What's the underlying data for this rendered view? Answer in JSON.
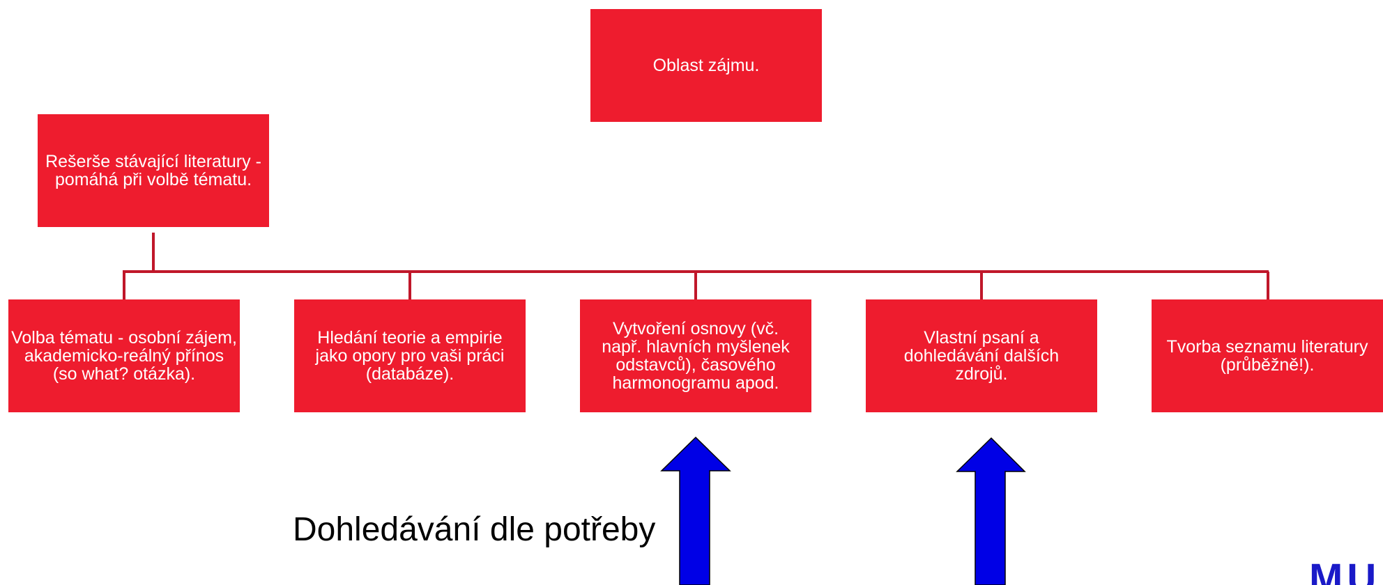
{
  "top": {
    "label": "Oblast zájmu."
  },
  "research": {
    "label": "Rešerše stávající literatury - pomáhá při volbě tématu."
  },
  "steps": [
    {
      "label": "Volba tématu - osobní zájem, akademicko-reálný přínos (so what? otázka)."
    },
    {
      "label": "Hledání teorie a empirie jako opory pro vaši práci (databáze)."
    },
    {
      "label": "Vytvoření osnovy (vč. např. hlavních myšlenek odstavců), časového harmonogramu apod."
    },
    {
      "label": "Vlastní psaní a dohledávání dalších zdrojů."
    },
    {
      "label": "Tvorba seznamu literatury (průběžně!)."
    }
  ],
  "caption": "Dohledávání dle potřeby",
  "logo": {
    "text": "MUNI"
  },
  "colors": {
    "box": "#ee1c2e",
    "connector": "#c0172a",
    "arrow": "#0000e6"
  }
}
